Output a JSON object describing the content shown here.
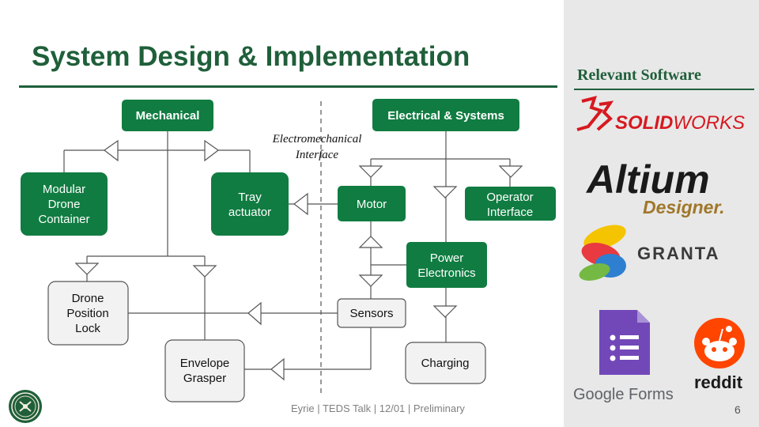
{
  "slide": {
    "title": "System Design & Implementation",
    "footer": "Eyrie | TEDS Talk | 12/01 | Preliminary",
    "page_number": "6"
  },
  "sidebar": {
    "title": "Relevant Software",
    "logos": [
      {
        "name": "solidworks",
        "prefix": "SOLID",
        "suffix": "WORKS"
      },
      {
        "name": "altium",
        "line1": "Altium",
        "line2": "Designer."
      },
      {
        "name": "granta",
        "text": "GRANTA"
      },
      {
        "name": "google-forms",
        "text": "Google Forms"
      },
      {
        "name": "reddit",
        "text": "reddit"
      }
    ]
  },
  "diagram": {
    "interface_label_line1": "Electromechanical",
    "interface_label_line2": "Interface",
    "nodes": {
      "mechanical": "Mechanical",
      "electrical": "Electrical & Systems",
      "container": [
        "Modular",
        "Drone",
        "Container"
      ],
      "tray": [
        "Tray",
        "actuator"
      ],
      "motor": "Motor",
      "operator": [
        "Operator",
        "Interface"
      ],
      "power": [
        "Power",
        "Electronics"
      ],
      "lock": [
        "Drone",
        "Position",
        "Lock"
      ],
      "sensors": "Sensors",
      "grasper": [
        "Envelope",
        "Grasper"
      ],
      "charging": "Charging"
    }
  },
  "colors": {
    "brand_green": "#1f5f3a",
    "node_green": "#107c41",
    "node_grey": "#f2f2f2"
  }
}
